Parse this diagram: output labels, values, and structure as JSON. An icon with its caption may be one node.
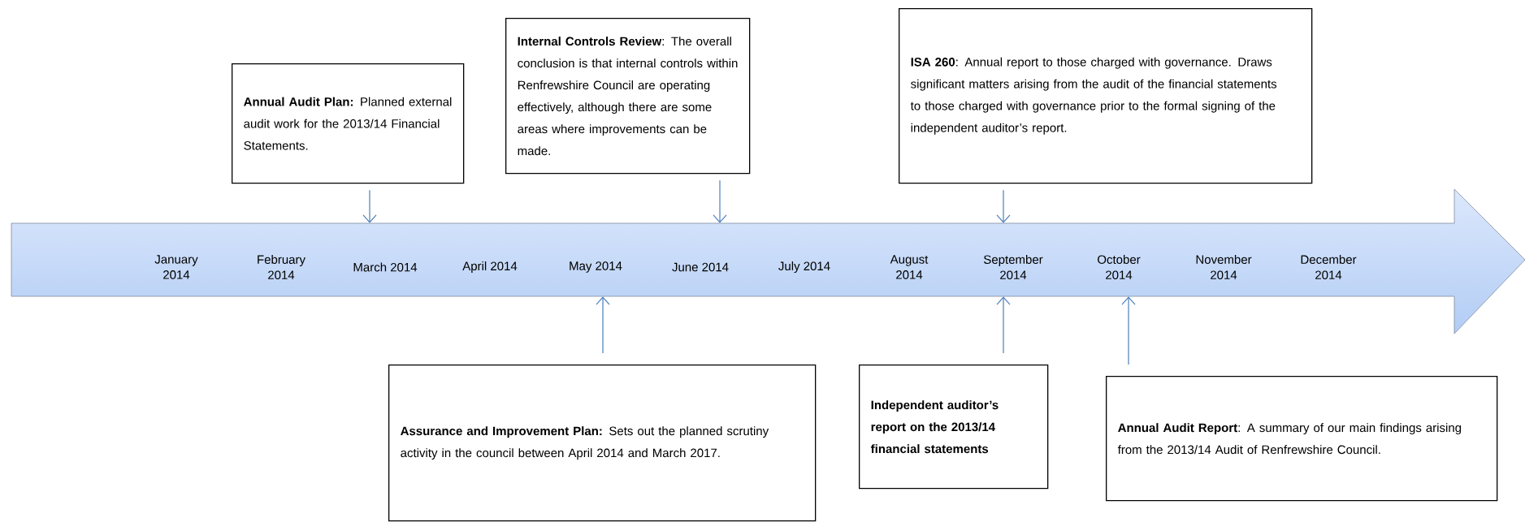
{
  "diagram": {
    "nodes": [
      {
        "text": [
          "**Annual Audit Plan:** Planned external audit work for the 2013/14 Financial Statements."
        ]
      },
      {
        "text": [
          "**Internal Controls Review**: The overall conclusion is that internal controls within Renfrewshire Council are operating effectively, although there are some areas where improvements can be made."
        ]
      },
      {
        "text": [
          "**ISA 260**: Annual report to those charged with governance.  Draws significant matters arising from the audit of the financial statements to those charged with governance prior to the formal signing of the independent auditor’s report."
        ]
      },
      {
        "text": [],
        "shape": "arrow"
      },
      {
        "text": [
          "January 2014"
        ],
        "in": 3
      },
      {
        "text": [
          "February 2014"
        ],
        "in": 3
      },
      {
        "text": [
          "March 2014"
        ],
        "in": 3
      },
      {
        "text": [
          "April 2014"
        ],
        "in": 3
      },
      {
        "text": [
          "May 2014"
        ],
        "in": 3
      },
      {
        "text": [
          "June 2014"
        ],
        "in": 3
      },
      {
        "text": [
          "July 2014"
        ],
        "in": 3
      },
      {
        "text": [
          "August 2014"
        ],
        "in": 3
      },
      {
        "text": [
          "September 2014"
        ],
        "in": 3
      },
      {
        "text": [
          "October 2014"
        ],
        "in": 3
      },
      {
        "text": [
          "November 2014"
        ],
        "in": 3
      },
      {
        "text": [
          "December 2014"
        ],
        "in": 3
      },
      {
        "text": [
          "**Assurance and Improvement Plan:** Sets out the planned scrutiny activity in the council between April 2014 and March 2017."
        ]
      },
      {
        "text": [
          "Independent auditor’s report on the 2013/14 financial statements"
        ]
      },
      {
        "text": [
          "**Annual Audit Report**: A summary of our main findings arising from the 2013/14 Audit of Renfrewshire Council."
        ]
      }
    ],
    "edges": [
      {
        "from": 0,
        "to": 3,
        "arrow": "to"
      },
      {
        "from": 1,
        "to": 3,
        "arrow": "to"
      },
      {
        "from": 2,
        "to": 3,
        "arrow": "to"
      },
      {
        "from": 16,
        "to": 3,
        "arrow": "to"
      },
      {
        "from": 17,
        "to": 3,
        "arrow": "to"
      },
      {
        "from": 18,
        "to": 3,
        "arrow": "to"
      }
    ]
  }
}
